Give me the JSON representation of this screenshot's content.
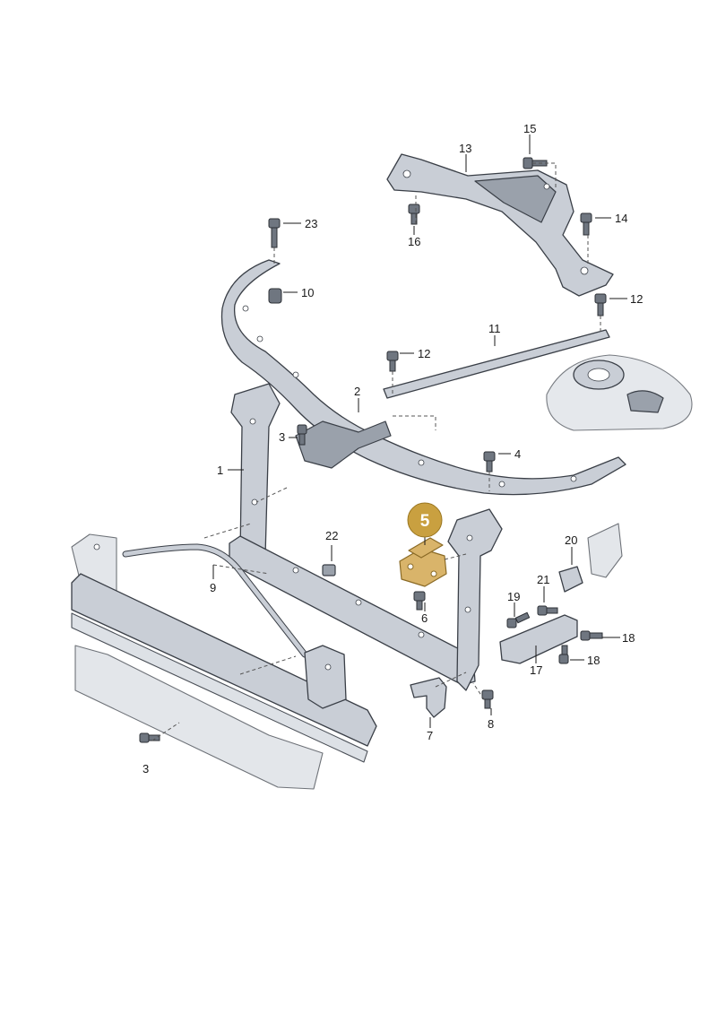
{
  "highlight": {
    "label": "5",
    "color": "#c9a040",
    "text_color": "#ffffff"
  },
  "callouts": {
    "c1": "1",
    "c2": "2",
    "c3a": "3",
    "c3b": "3",
    "c4": "4",
    "c6": "6",
    "c7": "7",
    "c8": "8",
    "c9": "9",
    "c10": "10",
    "c11": "11",
    "c12a": "12",
    "c12b": "12",
    "c13": "13",
    "c14": "14",
    "c15": "15",
    "c16": "16",
    "c17": "17",
    "c18a": "18",
    "c18b": "18",
    "c19": "19",
    "c20": "20",
    "c21": "21",
    "c22": "22",
    "c23": "23"
  },
  "colors": {
    "part": "#c9ced6",
    "outline": "#3a3f47",
    "highlight_part": "#d9b46a"
  }
}
